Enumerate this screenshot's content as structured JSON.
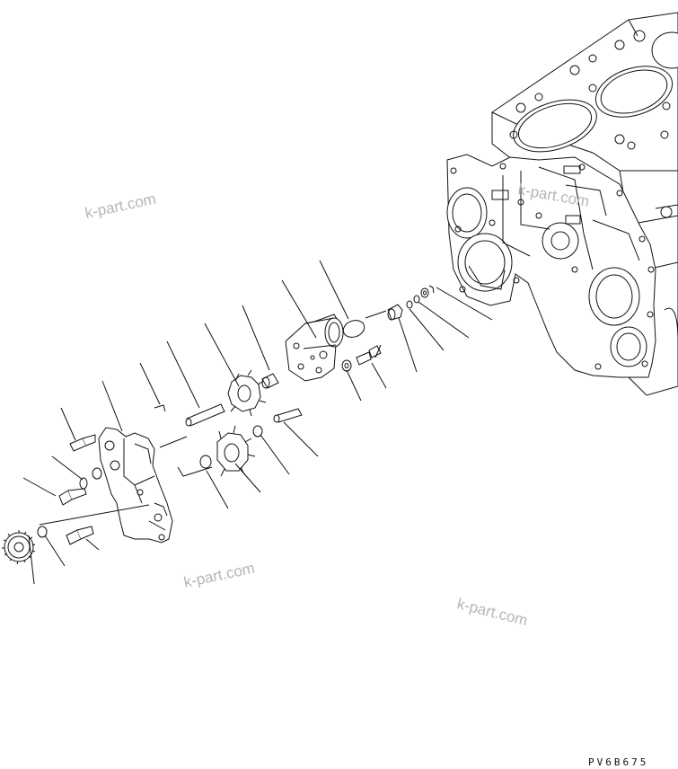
{
  "diagram": {
    "code": "PV6B675",
    "watermarks": [
      "k-part.com",
      "k-part.com",
      "k-part.com",
      "k-part.com"
    ]
  }
}
